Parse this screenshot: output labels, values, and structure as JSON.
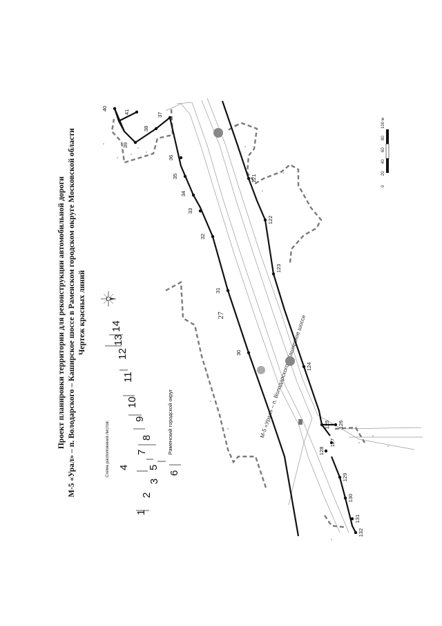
{
  "page_number": "27",
  "title": {
    "line1": "Проект планировки территории для реконструкции автомобильной дороги",
    "line2": "М-5 «Урал» – п. Володарского – Каширское шоссе в Раменском городском округе Московской области",
    "line3": "Чертеж красных линий"
  },
  "scheme": {
    "caption": "Схема расположения листов:",
    "sheets": [
      "1",
      "2",
      "3",
      "4",
      "5",
      "6",
      "7",
      "8",
      "9",
      "10",
      "11",
      "12",
      "13",
      "14"
    ]
  },
  "district_label": "Раменский городской округ",
  "road_label": "М-5 «Урал» – п. Володарского – Каширское шоссе",
  "red_line_points_north": [
    "30",
    "31",
    "32",
    "33",
    "34",
    "35",
    "36",
    "37",
    "38",
    "39",
    "40",
    "41"
  ],
  "red_line_points_south": [
    "121",
    "122",
    "123",
    "124",
    "125",
    "126",
    "127",
    "128",
    "129",
    "130",
    "131",
    "132"
  ],
  "scale_bar": {
    "ticks": [
      "0",
      "20",
      "40",
      "60",
      "80",
      "100 м"
    ]
  },
  "compass": {
    "symbol": "north-arrow"
  },
  "colors": {
    "ink": "#111111",
    "dash_gray": "#8a8a8a",
    "road_gray": "#9a9a9a"
  }
}
